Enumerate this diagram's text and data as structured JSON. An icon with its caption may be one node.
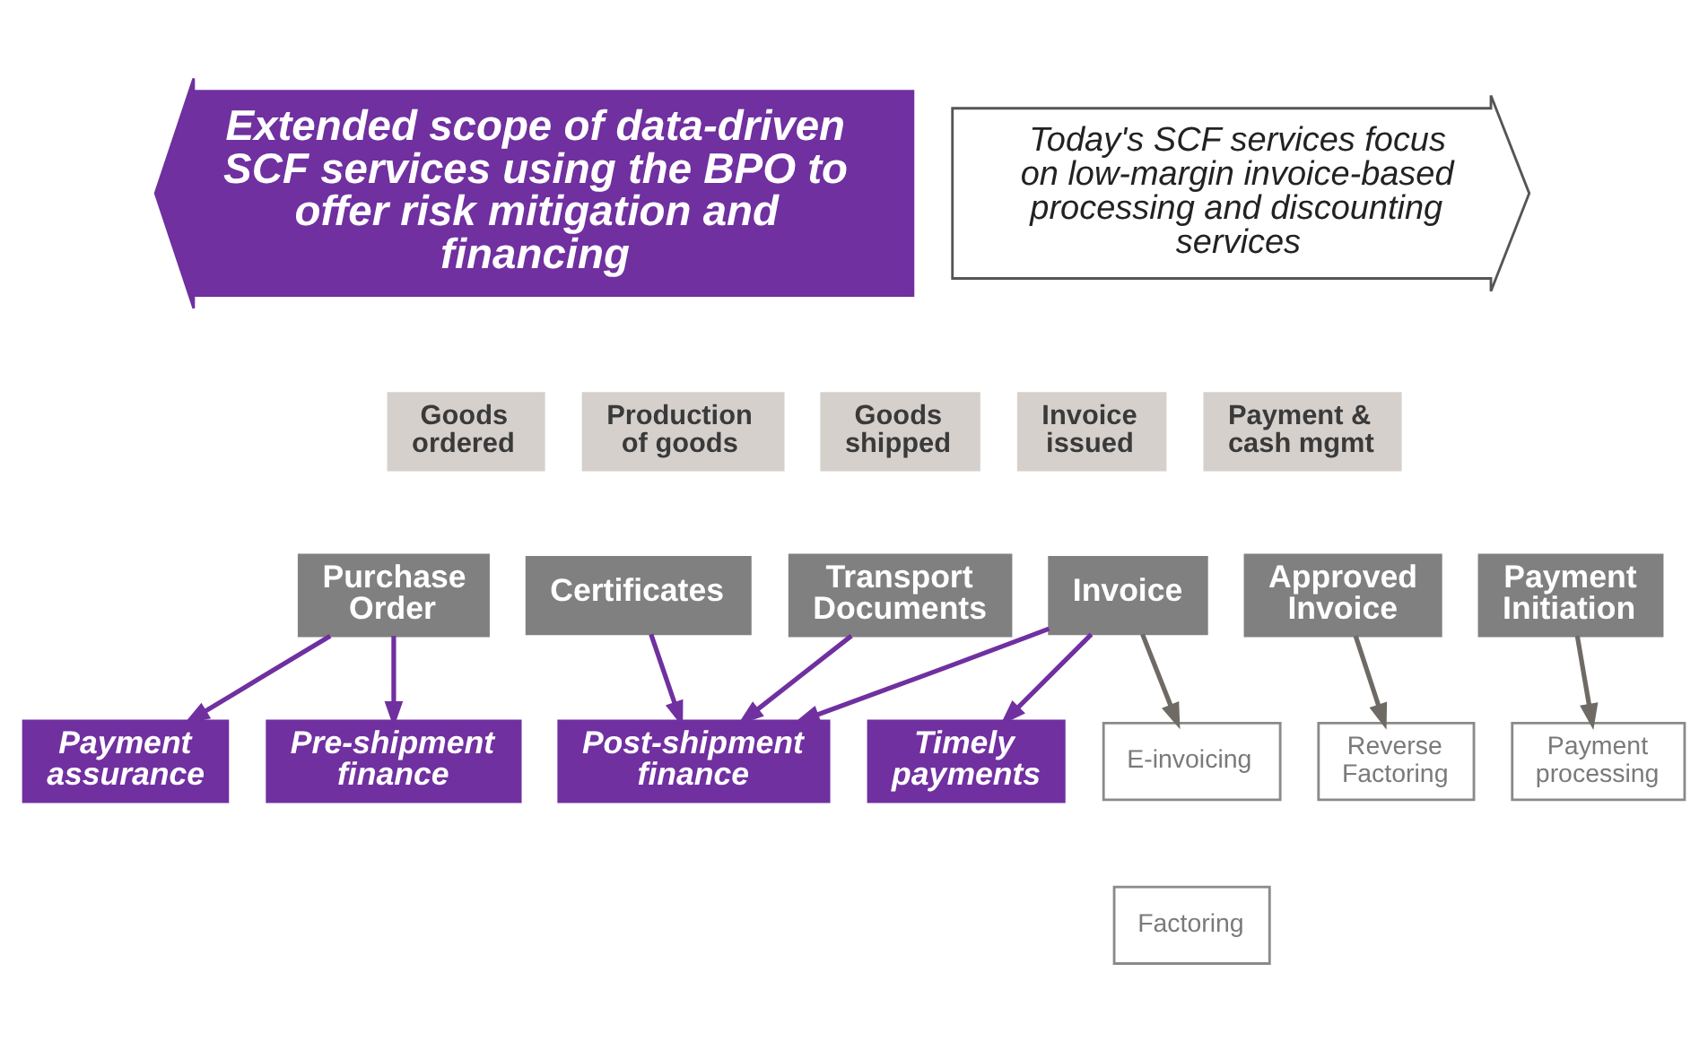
{
  "diagram": {
    "nodes": [
      {
        "text": [
          "Extended scope of data-driven SCF services using the BPO to offer risk mitigation and financing"
        ]
      },
      {
        "text": [
          "Today's SCF services focus on low-margin invoice-based processing and discounting services"
        ]
      },
      {
        "text": [
          "Goods ordered"
        ]
      },
      {
        "text": [
          "Production of goods"
        ]
      },
      {
        "text": [
          "Goods shipped"
        ]
      },
      {
        "text": [
          "Invoice issued"
        ]
      },
      {
        "text": [
          "Payment & cash mgmt"
        ]
      },
      {
        "text": [
          "Purchase Order"
        ]
      },
      {
        "text": [
          "Certificates"
        ]
      },
      {
        "text": [
          "Transport Documents"
        ]
      },
      {
        "text": [
          "Invoice"
        ]
      },
      {
        "text": [
          "Approved Invoice"
        ]
      },
      {
        "text": [
          "Payment Initiation"
        ]
      },
      {
        "text": [
          "Pre-shipment finance"
        ]
      },
      {
        "text": [
          "Payment assurance"
        ]
      },
      {
        "text": [
          "Post-shipment finance"
        ]
      },
      {
        "text": [
          "E-invoicing"
        ]
      },
      {
        "text": [
          "Factoring"
        ]
      },
      {
        "text": [
          "Reverse Factoring"
        ]
      },
      {
        "text": [
          "Payment processing"
        ]
      },
      {
        "text": [
          "Timely payments"
        ]
      }
    ],
    "edges": [
      {
        "from": 7,
        "to": 13,
        "arrow": "to"
      },
      {
        "from": 7,
        "to": 14,
        "arrow": "to"
      },
      {
        "from": 8,
        "to": 15,
        "arrow": "to"
      },
      {
        "from": 9,
        "to": 15,
        "arrow": "to"
      },
      {
        "from": 10,
        "to": 15,
        "arrow": "to"
      },
      {
        "from": 10,
        "to": 20,
        "arrow": "to"
      },
      {
        "from": 10,
        "to": 16,
        "arrow": "to",
        "color": "#6f6a64"
      },
      {
        "from": 11,
        "to": 18,
        "arrow": "to",
        "color": "#6f6a64"
      },
      {
        "from": 12,
        "to": 19,
        "arrow": "to",
        "color": "#6f6a64"
      }
    ]
  }
}
